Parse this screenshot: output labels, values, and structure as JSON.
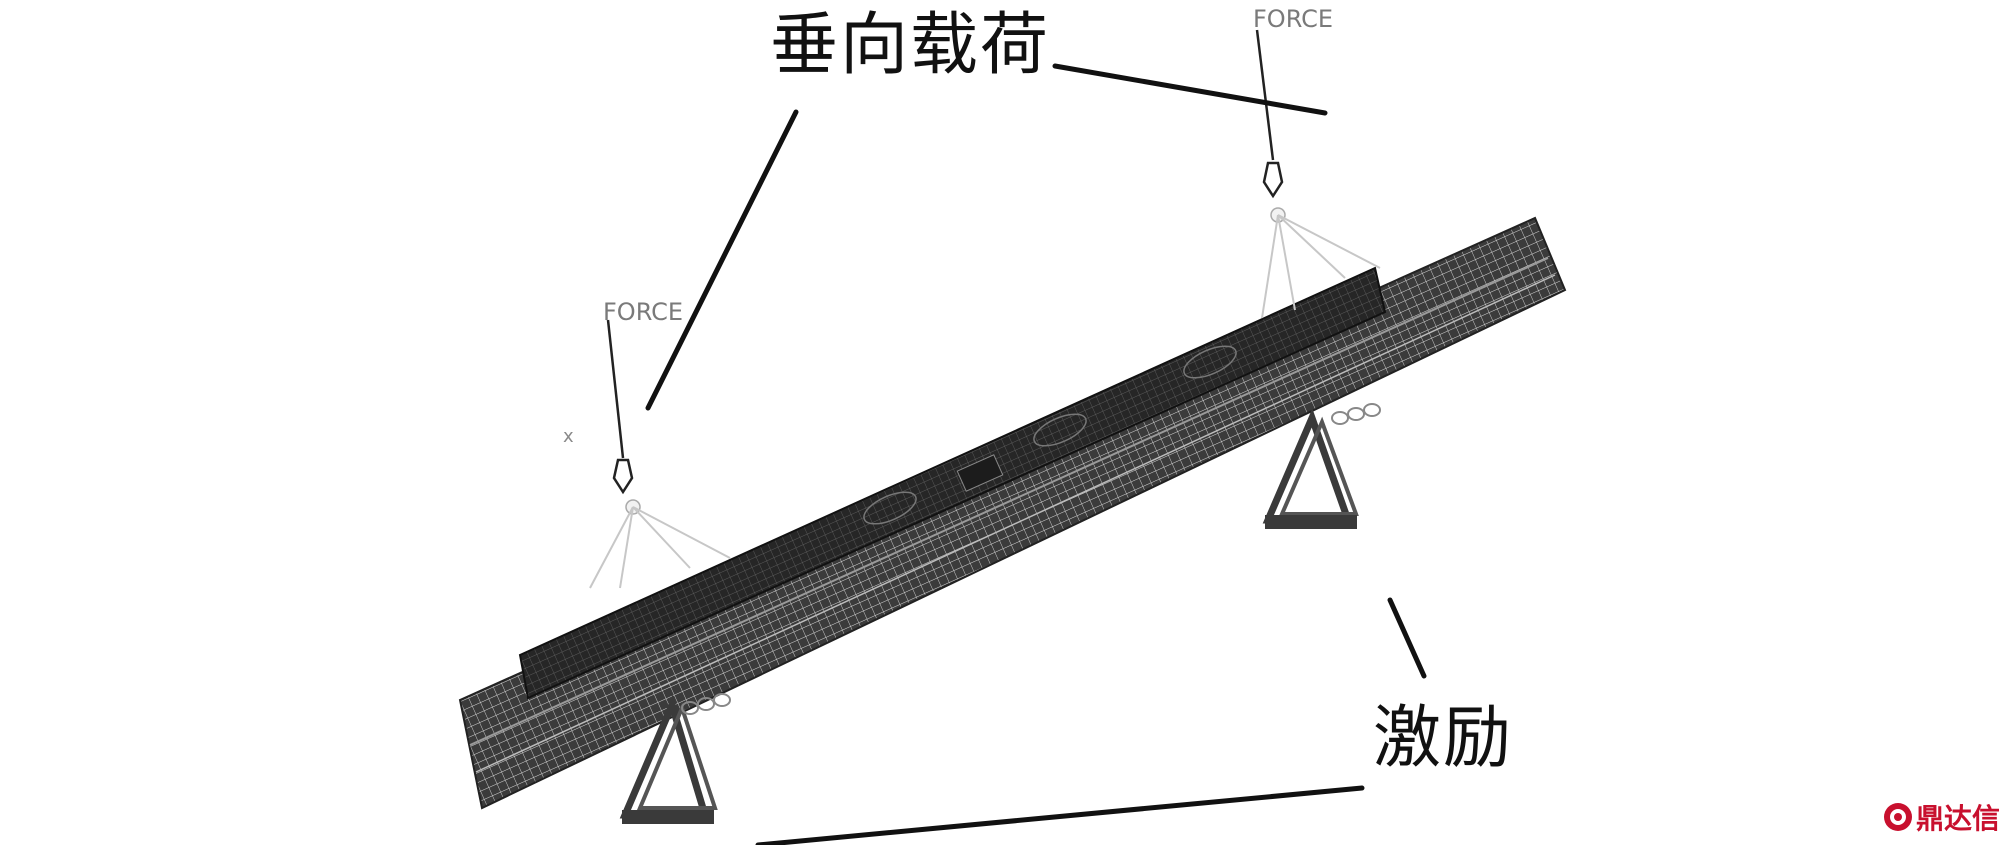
{
  "labels": {
    "vertical_load": "垂向载荷",
    "excitation": "激励"
  },
  "force_markers": [
    {
      "text": "FORCE"
    },
    {
      "text": "FORCE"
    }
  ],
  "axis_marker": "x",
  "watermark": {
    "text": "鼎达信",
    "color": "#c8102e"
  },
  "colors": {
    "mesh_dark": "#2b2b2b",
    "mesh_mid": "#4a4a4a",
    "support": "#3a3a3a",
    "callout_line": "#111111"
  }
}
